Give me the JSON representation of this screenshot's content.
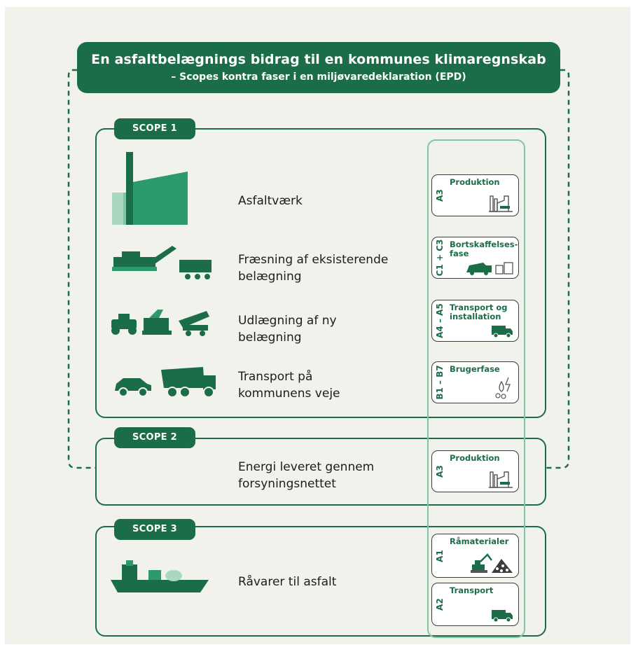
{
  "title": {
    "main": "En asfaltbelægnings bidrag til en kommunes klimaregnskab",
    "sub": "– Scopes kontra faser i en miljøvaredeklaration (EPD)"
  },
  "scopes": [
    {
      "label": "SCOPE 1"
    },
    {
      "label": "SCOPE 2"
    },
    {
      "label": "SCOPE 3"
    }
  ],
  "rows": [
    {
      "label": "Asfaltværk",
      "icon": "factory-icon"
    },
    {
      "label": "Fræsning af eksisterende belægning",
      "icon": "milling-machine-icon"
    },
    {
      "label": "Udlægning af ny belægning",
      "icon": "paving-machines-icon"
    },
    {
      "label": "Transport på kommunens veje",
      "icon": "car-and-truck-icon"
    },
    {
      "label": "Energi leveret gennem forsyningsnettet",
      "icon": ""
    },
    {
      "label": "Råvarer til asfalt",
      "icon": "cargo-ship-icon"
    }
  ],
  "epd_cards": [
    {
      "code": "A3",
      "title": "Produktion",
      "icon": "factory-icon"
    },
    {
      "code": "C1 + C3",
      "title": "Bortskaffelses-\nfase",
      "icon": "waste-disposal-icon"
    },
    {
      "code": "A4 – A5",
      "title": "Transport og\ninstallation",
      "icon": "truck-icon"
    },
    {
      "code": "B1 – B7",
      "title": "Brugerfase",
      "icon": "drops-and-lightning-icon"
    },
    {
      "code": "A3",
      "title": "Produktion",
      "icon": "factory-icon"
    },
    {
      "code": "A1",
      "title": "Råmaterialer",
      "icon": "excavator-and-gravel-icon"
    },
    {
      "code": "A2",
      "title": "Transport",
      "icon": "truck-icon"
    }
  ],
  "colors": {
    "dark_green": "#1b6d47",
    "mid_green": "#2c9a6a",
    "light_green": "#7fc6a4",
    "background": "#f1f2ec"
  }
}
